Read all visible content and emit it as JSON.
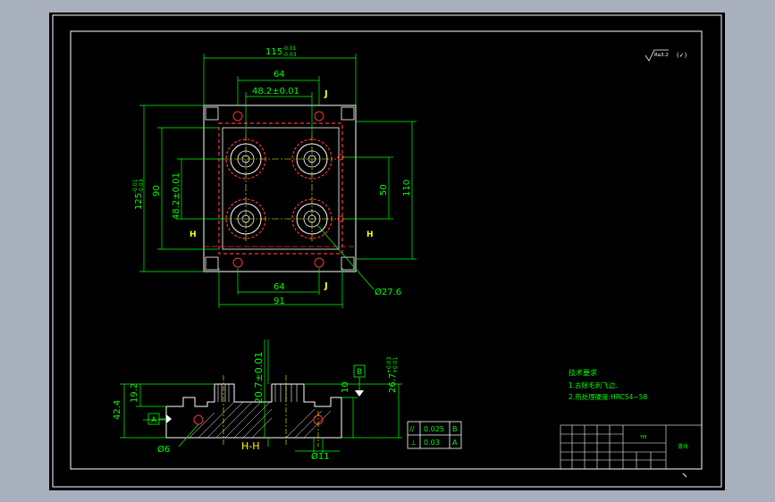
{
  "colors": {
    "background": "#a9b0bd",
    "sheet": "#000000",
    "line": "#ffffff",
    "dimension": "#00ff00",
    "label": "#ffff00",
    "hidden": "#ff3333"
  },
  "icons": {
    "surface_finish": "surface-roughness-symbol",
    "datum": "datum-triangle"
  },
  "roughness": {
    "value": "Ra3.2",
    "suffix": "(✓)"
  },
  "top_view": {
    "dim_width": "115",
    "dim_width_tol_upper": "-0.01",
    "dim_width_tol_lower": "-0.03",
    "dim_64_top": "64",
    "dim_482_top": "48.2±0.01",
    "dim_64_bottom": "64",
    "dim_91": "91",
    "dim_height": "125",
    "dim_height_tol_upper": "-0.01",
    "dim_height_tol_lower": "-0.03",
    "dim_90": "90",
    "dim_482_left": "48.2±0.01",
    "dim_50": "50",
    "dim_110": "110",
    "dim_diameter": "Ø27.6",
    "label_j_top": "J",
    "label_j_bottom": "J",
    "label_h_left": "H",
    "label_h_right": "H"
  },
  "section_view": {
    "dim_424": "42.4",
    "dim_192": "19.2",
    "dim_207": "20.7±0.01",
    "dim_10": "10",
    "dim_267": "26.7",
    "dim_267_tol_upper": "+0.03",
    "dim_267_tol_lower": "+0.01",
    "dim_d6": "Ø6",
    "dim_d11": "Ø11",
    "datum_a": "A",
    "datum_b": "B",
    "section_label": "H-H"
  },
  "tolerance_frame": [
    {
      "symbol": "//",
      "value": "0.025",
      "datum": "B"
    },
    {
      "symbol": "⊥",
      "value": "0.03",
      "datum": "A"
    }
  ],
  "notes": {
    "title": "技术要求",
    "items": [
      "1.去除毛刺飞边.",
      "2.热处理硬度:HRC54~58"
    ]
  },
  "title_block": {
    "center_label": "YM",
    "right_label": "滑块"
  }
}
